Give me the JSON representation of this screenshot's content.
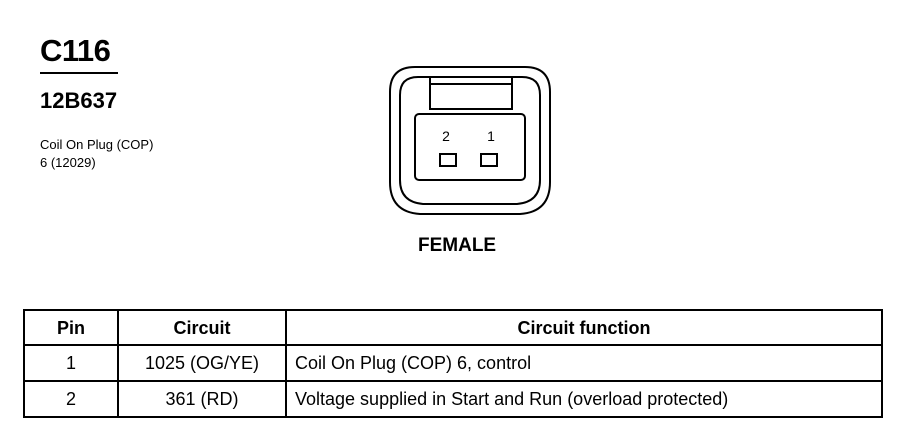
{
  "connector": {
    "id": "C116",
    "part_number": "12B637",
    "description_line1": "Coil On Plug (COP)",
    "description_line2": "6 (12029)",
    "gender": "FEMALE",
    "pin_labels": [
      "2",
      "1"
    ]
  },
  "table": {
    "headers": {
      "pin": "Pin",
      "circuit": "Circuit",
      "function": "Circuit function"
    },
    "rows": [
      {
        "pin": "1",
        "circuit": "1025 (OG/YE)",
        "function": "Coil On Plug (COP) 6, control"
      },
      {
        "pin": "2",
        "circuit": "361 (RD)",
        "function": "Voltage supplied in Start and Run (overload protected)"
      }
    ]
  }
}
